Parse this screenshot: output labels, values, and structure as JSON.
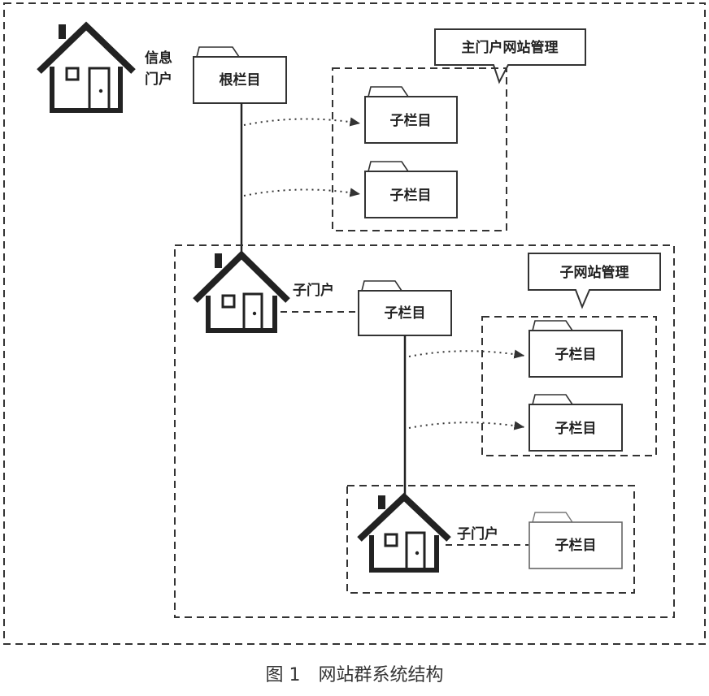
{
  "portal": {
    "line1": "信息",
    "line2": "门户"
  },
  "root_folder": "根栏目",
  "main_callout": "主门户网站管理",
  "main_children": [
    "子栏目",
    "子栏目"
  ],
  "sub_portal": {
    "label": "子门户",
    "folder": "子栏目",
    "callout": "子网站管理",
    "children": [
      "子栏目",
      "子栏目"
    ]
  },
  "nested_portal": {
    "label": "子门户",
    "folder": "子栏目"
  },
  "caption": "图 1　网站群系统结构",
  "icons": [
    "house-icon",
    "folder-icon",
    "speech-bubble"
  ]
}
